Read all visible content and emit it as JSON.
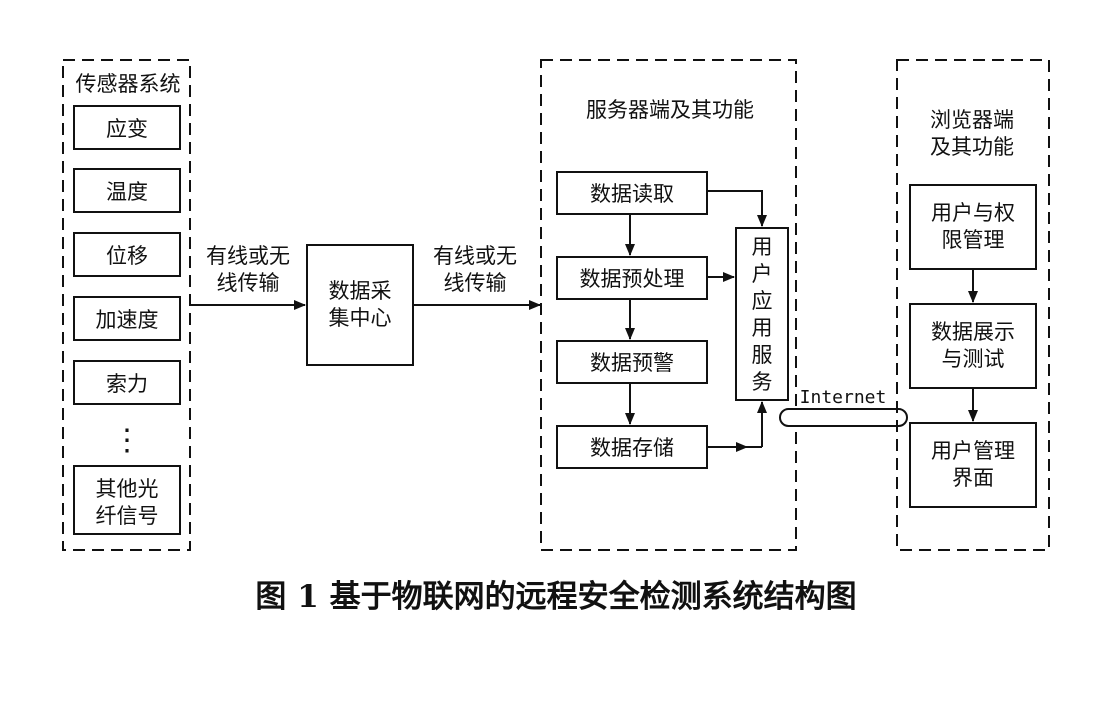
{
  "sensor_group": {
    "title": "传感器系统",
    "items": [
      "应变",
      "温度",
      "位移",
      "加速度",
      "索力"
    ],
    "ellipsis": "⋮",
    "last_item": [
      "其他光",
      "纤信号"
    ]
  },
  "link_left": [
    "有线或无",
    "线传输"
  ],
  "collector": [
    "数据采",
    "集中心"
  ],
  "link_right": [
    "有线或无",
    "线传输"
  ],
  "server_group": {
    "title": "服务器端及其功能",
    "steps": [
      "数据读取",
      "数据预处理",
      "数据预警",
      "数据存储"
    ],
    "user_service": [
      "用",
      "户",
      "应",
      "用",
      "服",
      "务"
    ]
  },
  "internet_label": "Internet",
  "browser_group": {
    "title": [
      "浏览器端",
      "及其功能"
    ],
    "steps": [
      [
        "用户与权",
        "限管理"
      ],
      [
        "数据展示",
        "与测试"
      ],
      [
        "用户管理",
        "界面"
      ]
    ]
  },
  "caption": "图 1  基于物联网的远程安全检测系统结构图"
}
